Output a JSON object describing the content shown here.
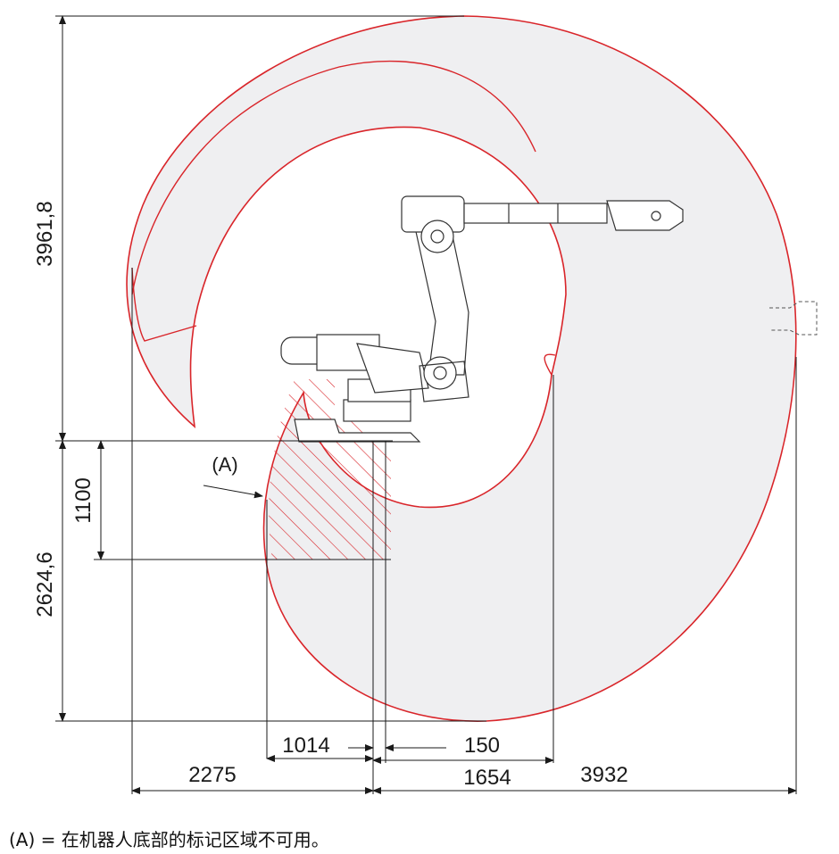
{
  "dimensions": {
    "height_above_base": "3961,8",
    "height_below_base": "2624,6",
    "marked_area_depth": "1100",
    "marked_area_width": "1014",
    "offset_150": "150",
    "reach_behind": "2275",
    "reach_1654": "1654",
    "reach_front": "3932"
  },
  "marker_label": "(A)",
  "footnote": "(A) = 在机器人底部的标记区域不可用。",
  "colors": {
    "envelope_outline": "#d9252a",
    "envelope_fill": "#efeff1",
    "hatch": "#d9252a",
    "dimension_lines": "#1a1a1a",
    "robot_line": "#333333"
  }
}
